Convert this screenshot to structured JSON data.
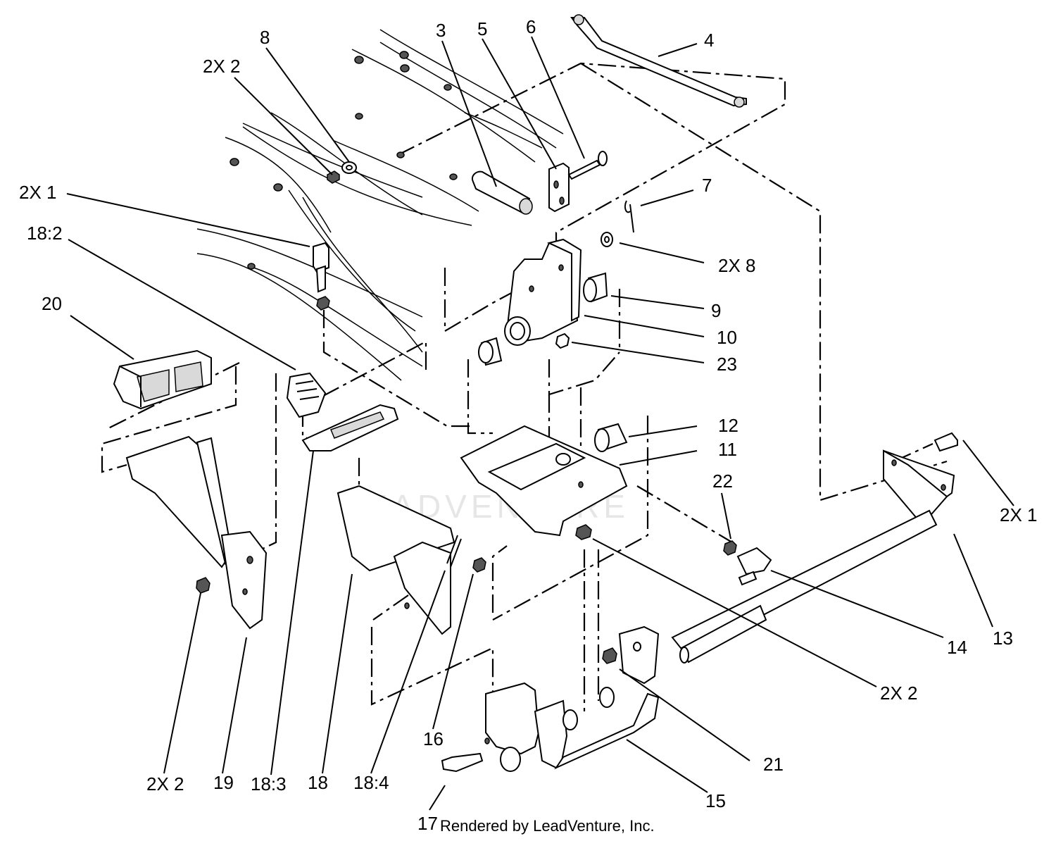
{
  "labels": {
    "l2x2_top": "2X 2",
    "l8": "8",
    "l3": "3",
    "l5": "5",
    "l6": "6",
    "l4": "4",
    "l7": "7",
    "l2x1_top": "2X 1",
    "l18_2": "18:2",
    "l2x8": "2X 8",
    "l9": "9",
    "l10": "10",
    "l23": "23",
    "l20": "20",
    "l12": "12",
    "l11": "11",
    "l22": "22",
    "l2x1_right": "2X 1",
    "l13": "13",
    "l14": "14",
    "l2x2_mid": "2X 2",
    "l21": "21",
    "l16": "16",
    "l15": "15",
    "l2x2_bottom": "2X 2",
    "l19": "19",
    "l18_3": "18:3",
    "l18": "18",
    "l18_4": "18:4",
    "l17": "17"
  },
  "footer": "Rendered by LeadVenture, Inc.",
  "watermark": "LEADVENTURE"
}
